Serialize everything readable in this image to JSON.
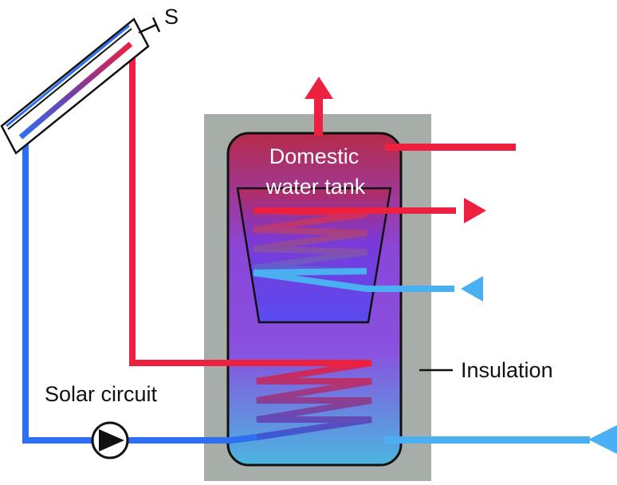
{
  "labels": {
    "sensor": "S",
    "tank_title_line1": "Domestic",
    "tank_title_line2": "water tank",
    "insulation": "Insulation",
    "solar_circuit": "Solar circuit"
  },
  "colors": {
    "hot": "#ee2040",
    "cold_solar": "#2e6ff2",
    "cold_domestic": "#4ab0f2",
    "insulation": "#a7ada9",
    "outline": "#111111",
    "tank_top": "#b62a4a",
    "tank_mid": "#8a4ade",
    "tank_bottom": "#4ab4e0"
  },
  "icons": {
    "pump": "pump-icon",
    "hot_outlet_arrow": "arrow-up-icon",
    "hot_out_arrow": "arrow-right-icon",
    "cold_in_arrow": "arrow-left-icon",
    "cold_main_arrow": "arrow-left-icon"
  }
}
